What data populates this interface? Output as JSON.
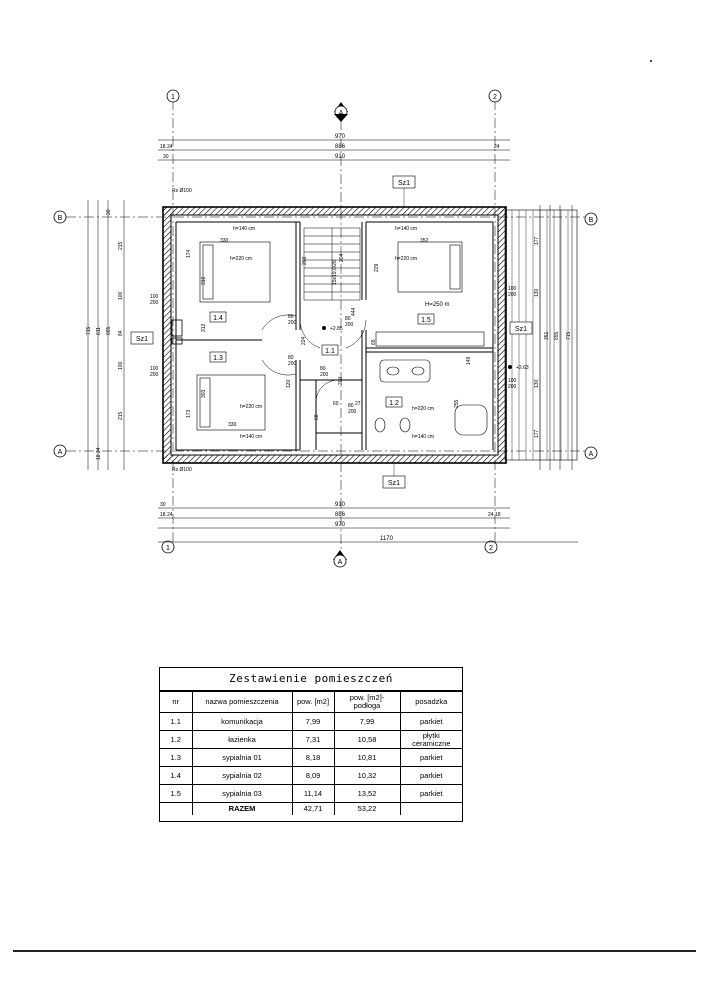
{
  "plan": {
    "axes": {
      "col1": "1",
      "col2": "2",
      "rowA": "A",
      "rowB": "B"
    },
    "section_marker": "A",
    "section_line_label": "Sz1",
    "top_dims": {
      "total": "970",
      "inner": "886",
      "clear": "910",
      "left_small": "18 24",
      "left_30": "30",
      "right_24": "24"
    },
    "bottom_dims": {
      "clear": "910",
      "inner": "886",
      "total": "970",
      "overall": "1170",
      "left_30": "30",
      "left_small": "18 24",
      "right_small": "24 18"
    },
    "left_dims": {
      "v715": "715",
      "v611": "611",
      "v655": "655",
      "v215a": "215",
      "v100a": "100",
      "v84": "84",
      "v100b": "100",
      "v215b": "215",
      "v30": "30",
      "v1824": "18 24"
    },
    "right_dims": {
      "v177a": "177",
      "v130a": "130",
      "v351": "351",
      "v655": "655",
      "v715": "715",
      "v130b": "130",
      "v177b": "177"
    },
    "pipes": {
      "top": "Rs Ø100",
      "bottom": "Rs Ø100"
    },
    "window_labels": {
      "w1": "100\n200",
      "w2": "100\n200",
      "w3": "100\n200",
      "w4": "100\n200",
      "d1": "80\n200",
      "d2": "80\n200",
      "d3": "80\n200",
      "d4": "80\n200",
      "d5": "80\n200"
    },
    "room_numbers": {
      "r11": "1.1",
      "r12": "1.2",
      "r13": "1.3",
      "r14": "1.4",
      "r15": "1.5"
    },
    "heights": {
      "h1": "h=140 cm",
      "h2": "h=220 cm",
      "h3": "h=140 cm",
      "h4": "h=220 cm",
      "h5": "h=220 cm",
      "h6": "h=140 cm",
      "h7": "h=220 cm",
      "h8": "h=140 cm",
      "H": "H=250 m"
    },
    "levels": {
      "l1": "+2.85",
      "l2": "+2.63"
    },
    "inner_dims": {
      "a": "330",
      "b": "352",
      "c": "316",
      "d": "174",
      "e": "303",
      "f": "173",
      "g": "330",
      "h": "200",
      "i": "229",
      "j": "444",
      "k": "204",
      "l": "15x19,0/26",
      "m": "312",
      "n": "224",
      "o": "120",
      "p": "200",
      "q": "60",
      "r": "27",
      "s": "149",
      "t": "255",
      "u": "65",
      "v": "60"
    }
  },
  "schedule": {
    "title": "Zestawienie pomieszczeń",
    "headers": [
      "nr",
      "nazwa pomieszczenia",
      "pow. [m2]",
      "pow. [m2]-\npodłoga",
      "posadzka"
    ],
    "rows": [
      [
        "1.1",
        "komunikacja",
        "7,99",
        "7,99",
        "parkiet"
      ],
      [
        "1.2",
        "łazienka",
        "7,31",
        "10,58",
        "płytki\nceramiczne"
      ],
      [
        "1.3",
        "sypialnia 01",
        "8,18",
        "10,81",
        "parkiet"
      ],
      [
        "1.4",
        "sypialnia 02",
        "8,09",
        "10,32",
        "parkiet"
      ],
      [
        "1.5",
        "sypialnia 03",
        "11,14",
        "13,52",
        "parkiet"
      ]
    ],
    "total": [
      "RAZEM",
      "42,71",
      "53,22"
    ]
  }
}
